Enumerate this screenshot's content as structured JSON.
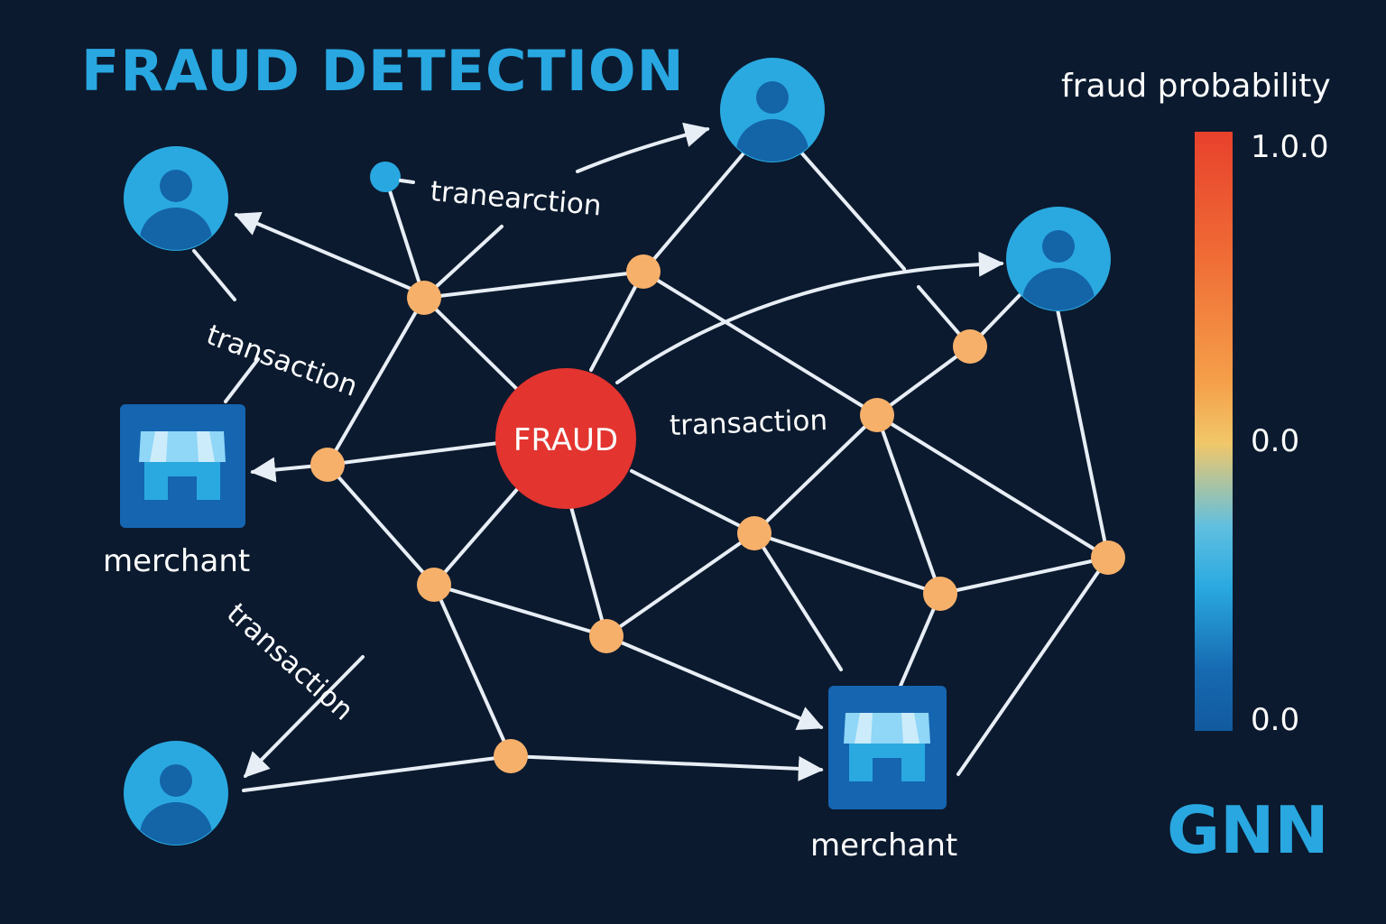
{
  "title": "FRAUD DETECTION",
  "legend": {
    "title": "fraud probability",
    "ticks": [
      "1.0.0",
      "0.0",
      "0.0"
    ],
    "gradient_colors": [
      "#e8412c",
      "#ef6a35",
      "#f5a04a",
      "#f1c769",
      "#5fbfe0",
      "#2aa9e0",
      "#1669b0",
      "#125aa0"
    ]
  },
  "badge": "GNN",
  "fraud_node_label": "FRAUD",
  "merchant_label": "merchant",
  "edge_labels": [
    "tranearction",
    "transaction",
    "transaction",
    "transaction"
  ],
  "colors": {
    "accent": "#29a7e1",
    "background": "#0b1a2f",
    "fraud": "#e3342f",
    "hub": "#f7b06a",
    "user_light": "#2aa9e0",
    "user_dark": "#1464a8",
    "merchant": "#1565b1",
    "edge": "#e8eef5"
  },
  "icons": {
    "user": "user-icon",
    "merchant": "store-icon"
  }
}
